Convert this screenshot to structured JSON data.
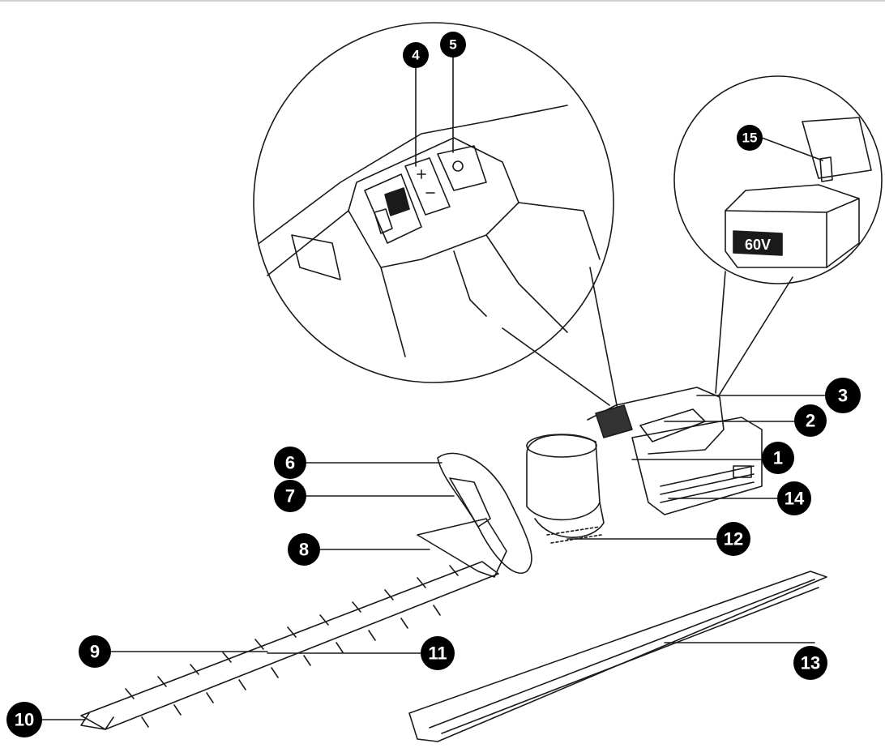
{
  "diagram": {
    "colors": {
      "line": "#1a1a1a",
      "badge_fill": "#000000",
      "badge_text": "#ffffff",
      "background": "#ffffff"
    },
    "callouts": [
      {
        "id": "1",
        "label": "1"
      },
      {
        "id": "2",
        "label": "2"
      },
      {
        "id": "3",
        "label": "3"
      },
      {
        "id": "4",
        "label": "4"
      },
      {
        "id": "5",
        "label": "5"
      },
      {
        "id": "6",
        "label": "6"
      },
      {
        "id": "7",
        "label": "7"
      },
      {
        "id": "8",
        "label": "8"
      },
      {
        "id": "9",
        "label": "9"
      },
      {
        "id": "10",
        "label": "10"
      },
      {
        "id": "11",
        "label": "11"
      },
      {
        "id": "12",
        "label": "12"
      },
      {
        "id": "13",
        "label": "13"
      },
      {
        "id": "14",
        "label": "14"
      },
      {
        "id": "15",
        "label": "15"
      }
    ],
    "battery_marking": "60V"
  }
}
